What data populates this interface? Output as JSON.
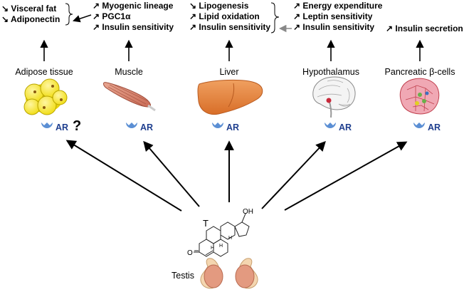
{
  "hormone": {
    "label": "T",
    "oh_label": "OH",
    "ketone_label": "O",
    "h_labels": [
      "H",
      "H",
      "H"
    ]
  },
  "source_organ": {
    "label": "Testis"
  },
  "receptor": {
    "label": "AR",
    "icon": "androgen-receptor-icon",
    "color": "#5b8fd4"
  },
  "tissues": [
    {
      "name": "Adipose tissue",
      "icon": "adipocytes-icon",
      "uncertain_marker": "?",
      "effects": [
        {
          "arrow": "↘",
          "text": "Visceral fat"
        },
        {
          "arrow": "↘",
          "text": "Adiponectin"
        }
      ]
    },
    {
      "name": "Muscle",
      "icon": "muscle-icon",
      "effects": [
        {
          "arrow": "↗",
          "text": "Myogenic lineage"
        },
        {
          "arrow": "↗",
          "text": "PGC1α"
        },
        {
          "arrow": "↗",
          "text": "Insulin sensitivity"
        }
      ]
    },
    {
      "name": "Liver",
      "icon": "liver-icon",
      "effects": [
        {
          "arrow": "↘",
          "text": "Lipogenesis"
        },
        {
          "arrow": "↗",
          "text": "Lipid oxidation"
        },
        {
          "arrow": "↗",
          "text": "Insulin sensitivity"
        }
      ]
    },
    {
      "name": "Hypothalamus",
      "icon": "brain-icon",
      "effects": [
        {
          "arrow": "↗",
          "text": "Energy expenditure"
        },
        {
          "arrow": "↗",
          "text": "Leptin sensitivity"
        },
        {
          "arrow": "↗",
          "text": "Insulin sensitivity"
        }
      ]
    },
    {
      "name": "Pancreatic β-cells",
      "icon": "pancreatic-islet-icon",
      "effects": [
        {
          "arrow": "↗",
          "text": "Insulin secretion"
        }
      ]
    }
  ],
  "colors": {
    "fat": "#f2e21a",
    "liver": "#e8823a",
    "muscle": "#d4806a",
    "testis": "#e39a80",
    "receptor": "#5b8fd4",
    "ar_text": "#1f3f8f"
  }
}
